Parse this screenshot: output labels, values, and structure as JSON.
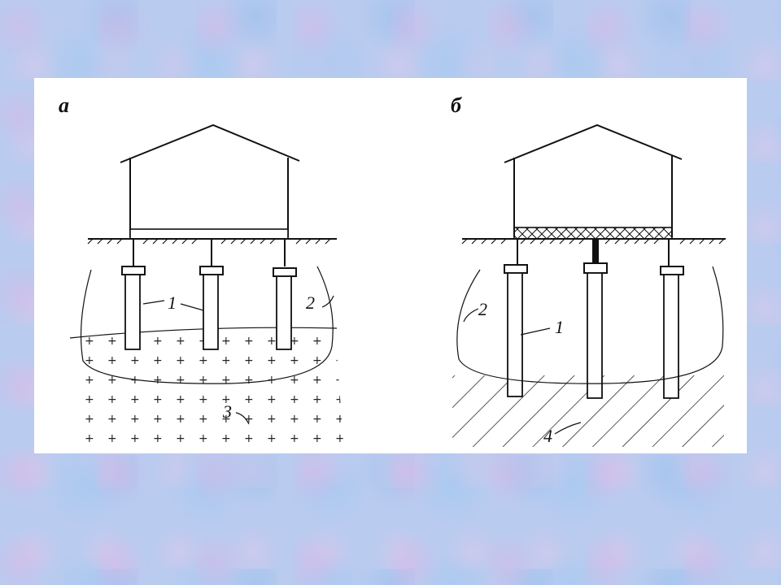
{
  "panels": [
    {
      "label": "а",
      "callouts": [
        "1",
        "2",
        "3"
      ]
    },
    {
      "label": "б",
      "callouts": [
        "2",
        "1",
        "4"
      ]
    }
  ],
  "colors": {
    "background": "#b9cbef",
    "panel": "#ffffff",
    "ink": "#111111"
  }
}
